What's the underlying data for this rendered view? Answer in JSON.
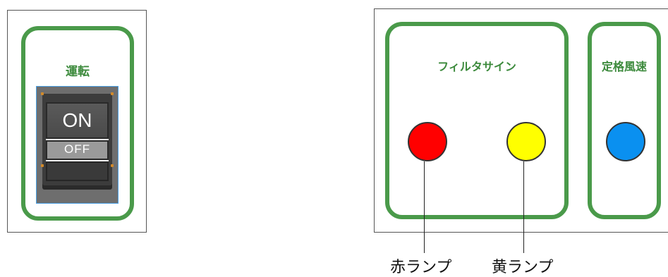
{
  "switch_panel": {
    "title": "運転",
    "on_label": "ON",
    "off_label": "OFF"
  },
  "lamp_panel": {
    "filter_sign_title": "フィルタサイン",
    "rated_speed_title": "定格風速",
    "red_lamp_caption": "赤ランプ",
    "yellow_lamp_caption": "黄ランプ"
  },
  "colors": {
    "frame_green": "#4a9a4a",
    "red_lamp": "#ff0000",
    "yellow_lamp": "#ffff00",
    "blue_lamp": "#0a90f0"
  }
}
